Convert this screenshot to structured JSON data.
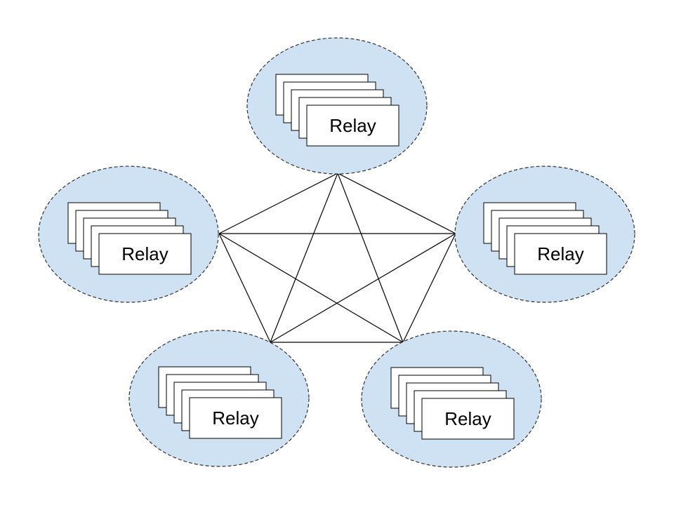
{
  "diagram": {
    "node_label": "Relay",
    "cluster_fill": "#cfe2f3",
    "cluster_stroke": "#333333",
    "card_fill": "#ffffff",
    "line_color": "#000000",
    "clusters": [
      {
        "id": "top",
        "label": "Relay",
        "stacked_cards": 5
      },
      {
        "id": "left",
        "label": "Relay",
        "stacked_cards": 5
      },
      {
        "id": "right",
        "label": "Relay",
        "stacked_cards": 5
      },
      {
        "id": "bottom-left",
        "label": "Relay",
        "stacked_cards": 5
      },
      {
        "id": "bottom-right",
        "label": "Relay",
        "stacked_cards": 5
      }
    ],
    "connections": [
      [
        "top",
        "left"
      ],
      [
        "top",
        "right"
      ],
      [
        "top",
        "bottom-left"
      ],
      [
        "top",
        "bottom-right"
      ],
      [
        "left",
        "right"
      ],
      [
        "left",
        "bottom-left"
      ],
      [
        "left",
        "bottom-right"
      ],
      [
        "right",
        "bottom-left"
      ],
      [
        "right",
        "bottom-right"
      ],
      [
        "bottom-left",
        "bottom-right"
      ]
    ]
  }
}
